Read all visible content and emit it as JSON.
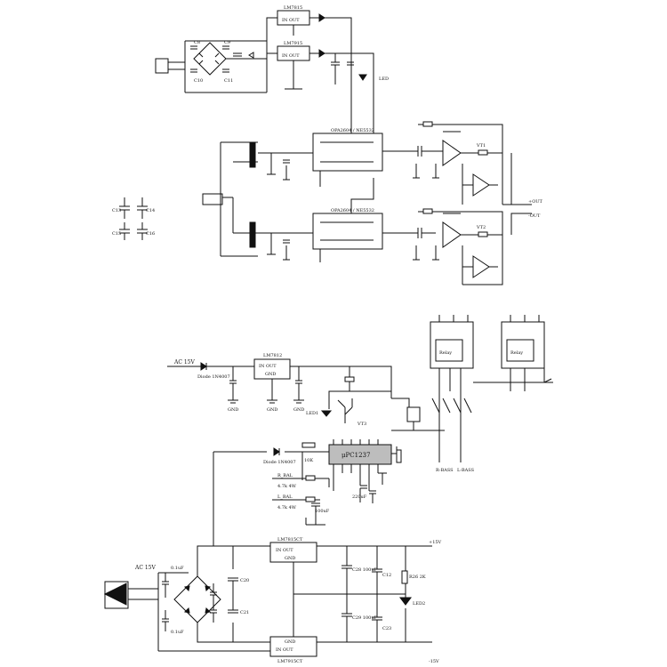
{
  "title": "",
  "labels": {
    "u_top1": "LM7815",
    "u_top1_pin": "IN  OUT",
    "u_top2": "LM7915",
    "u_top2_pin": "IN  OUT",
    "ic_mid1": "OPA2604 / NE5532",
    "ic_mid2": "OPA2604 / NE5532",
    "vt1": "VT1",
    "vt2": "VT2",
    "out_r": "+OUT",
    "out_l": "-OUT",
    "acin_top": "AC 15V",
    "d2_label": "Diode 1N4007",
    "u2_label": "LM7812",
    "u2_pin": "IN   OUT",
    "u2_gnd": "GND",
    "gnd1": "GND",
    "gnd2": "GND",
    "gnd3": "GND",
    "led_label": "LED1",
    "vt3": "VT3",
    "ic3_label": "μPC1237",
    "d3_label": "Diode 1N4007",
    "r10_label": "10K",
    "in_r": "R_BAL",
    "in_l": "L_BAL",
    "r_val1": "4.7k 4W",
    "r_val2": "4.7k 4W",
    "c_val1": "100uF",
    "c_val2": "220uF",
    "relay1": "Relay",
    "relay2": "Relay",
    "sp_r": "R-BASS",
    "sp_l": "L-BASS",
    "acin_bot": "AC 15V",
    "c_bridge1": "0.1uF",
    "c_bridge2": "0.1uF",
    "u3_label": "LM7815CT",
    "u3_pin": "IN   OUT",
    "u3_gnd": "GND",
    "u4_label": "LM7915CT",
    "u4_pin": "IN   OUT",
    "u4_gnd": "GND",
    "c_big1": "C20",
    "c_big2": "C21",
    "c_out1": "C28 100uF",
    "c_out2": "C29 100uF",
    "c_sm1": "C12",
    "c_sm2": "C23",
    "r_led": "R26 2K",
    "led2": "LED2",
    "v_pos": "+15V",
    "v_neg": "-15V"
  }
}
